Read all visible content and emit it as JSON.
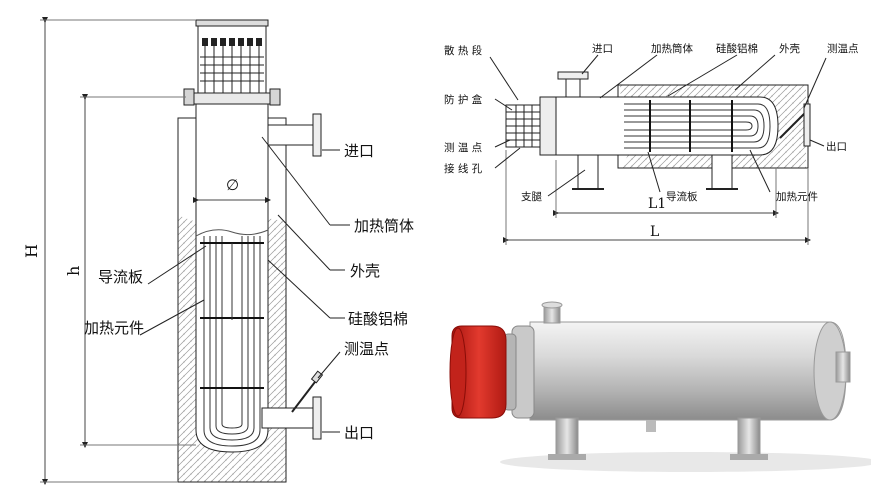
{
  "vertical_view": {
    "dims": {
      "H": "H",
      "h": "h",
      "phi": "∅"
    },
    "labels": {
      "inlet": "进口",
      "shell_body": "加热筒体",
      "outer_casing": "外壳",
      "baffle": "导流板",
      "heating_element": "加热元件",
      "insulation": "硅酸铝棉",
      "temp_point": "测温点",
      "outlet": "出口"
    }
  },
  "horizontal_view": {
    "dims": {
      "L1": "L1",
      "L": "L"
    },
    "labels": {
      "heat_dissipation": "散 热 段",
      "protection_box": "防 护 盒",
      "temp_point_left": "测 温 点",
      "terminal_hole": "接 线 孔",
      "inlet": "进口",
      "shell_body": "加热筒体",
      "insulation": "硅酸铝棉",
      "outer_casing": "外壳",
      "temp_point_right": "测温点",
      "outlet": "出口",
      "support_leg": "支腿",
      "baffle": "导流板",
      "heating_element": "加热元件"
    }
  },
  "colors": {
    "line": "#222222",
    "hatch": "#888888",
    "steel_light": "#e8e8e8",
    "steel_mid": "#b9b9b9",
    "steel_dark": "#7c7c7c",
    "terminal_box_red": "#d8261e"
  }
}
